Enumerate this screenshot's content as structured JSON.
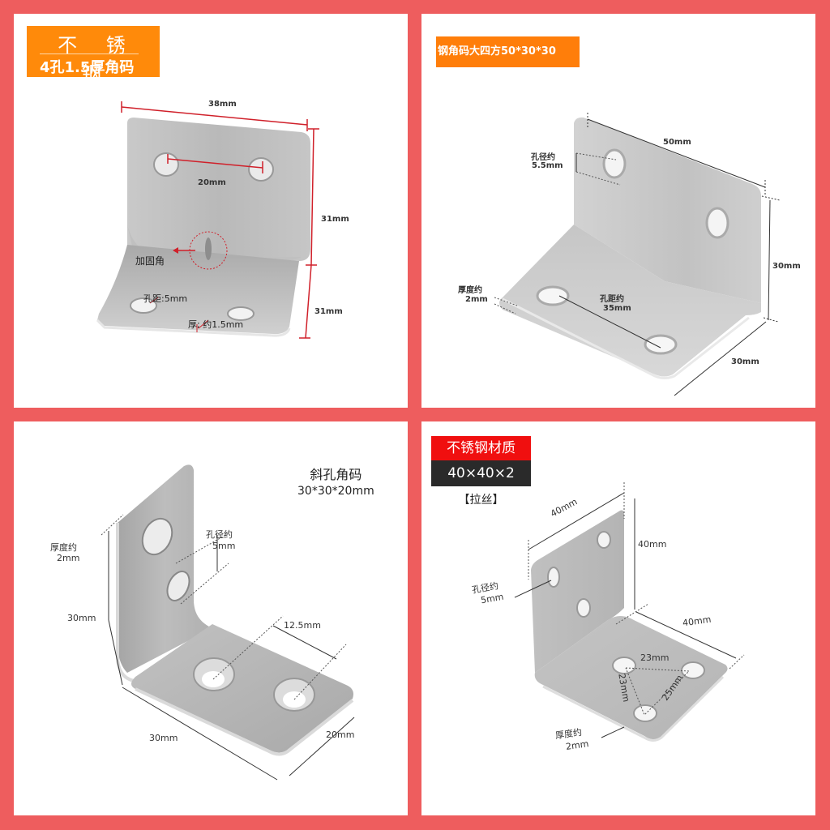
{
  "colors": {
    "background": "#ee5d5e",
    "panel": "#ffffff",
    "orange_banner": "#ff8a0a",
    "red_banner": "#f00f0f",
    "dark_banner": "#2a2a2a",
    "dimension_red": "#d0202a"
  },
  "panels": [
    {
      "banner": {
        "line1": "不 锈 钢",
        "line2": "4孔1.5厚角码"
      },
      "dimensions": {
        "width": "38mm",
        "hole_spacing": "20mm",
        "height_upper": "31mm",
        "height_lower": "31mm",
        "reinforcement": "加固角",
        "hole_distance": "孔距:5mm",
        "thickness": "厚; 约1.5mm"
      }
    },
    {
      "banner": {
        "text": "钢角码大四方50*30*30"
      },
      "dimensions": {
        "length": "50mm",
        "hole_diameter_label": "孔径约",
        "hole_diameter_value": "5.5mm",
        "height": "30mm",
        "depth": "30mm",
        "thickness_label": "厚度约",
        "thickness_value": "2mm",
        "hole_spacing_label": "孔距约",
        "hole_spacing_value": "35mm"
      }
    },
    {
      "title": {
        "line1": "斜孔角码",
        "line2": "30*30*20mm"
      },
      "dimensions": {
        "thickness_label": "厚度约",
        "thickness_value": "2mm",
        "hole_diameter_label": "孔径约",
        "hole_diameter_value": "5mm",
        "height": "30mm",
        "hole_offset": "12.5mm",
        "length": "30mm",
        "width": "20mm"
      }
    },
    {
      "badge": {
        "material": "不锈钢材质",
        "size": "40×40×2",
        "finish": "【拉丝】"
      },
      "dimensions": {
        "top_width": "40mm",
        "height": "40mm",
        "depth": "40mm",
        "hole_diameter_label": "孔径约",
        "hole_diameter_value": "5mm",
        "hole_spacing_a": "23mm",
        "hole_spacing_b": "23mm",
        "hole_spacing_c": "25mm",
        "thickness_label": "厚度约",
        "thickness_value": "2mm"
      }
    }
  ]
}
